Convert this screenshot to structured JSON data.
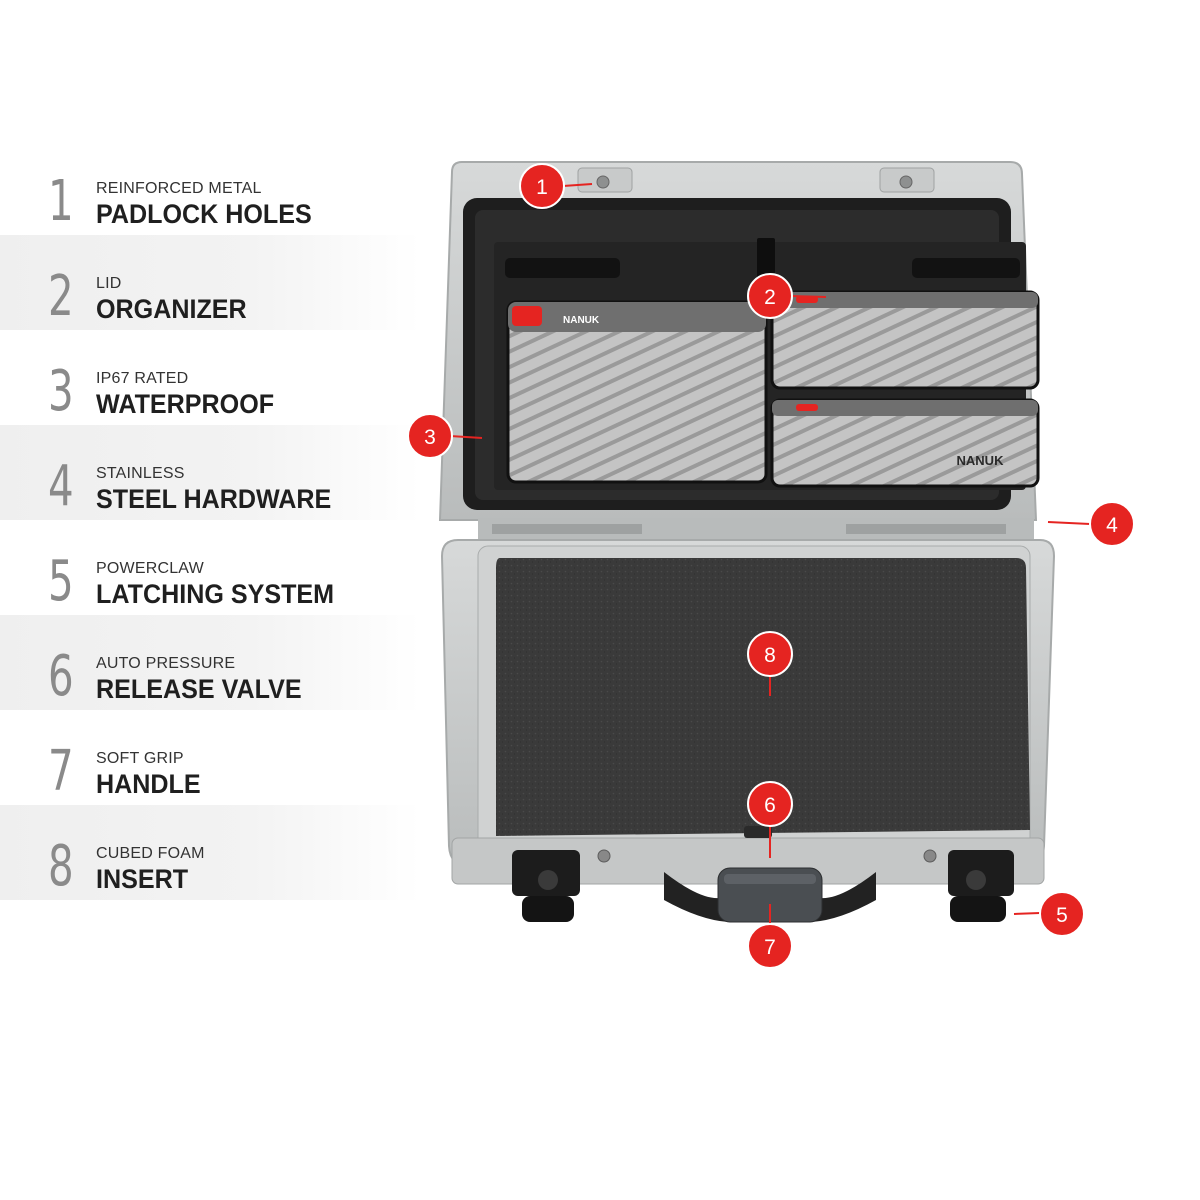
{
  "features": [
    {
      "number": "1",
      "line1": "REINFORCED METAL",
      "line2": "PADLOCK HOLES"
    },
    {
      "number": "2",
      "line1": "LID",
      "line2": "ORGANIZER"
    },
    {
      "number": "3",
      "line1": "IP67 RATED",
      "line2": "WATERPROOF"
    },
    {
      "number": "4",
      "line1": "STAINLESS",
      "line2": "STEEL HARDWARE"
    },
    {
      "number": "5",
      "line1": "POWERCLAW",
      "line2": "LATCHING SYSTEM"
    },
    {
      "number": "6",
      "line1": "AUTO PRESSURE",
      "line2": "RELEASE VALVE"
    },
    {
      "number": "7",
      "line1": "SOFT GRIP",
      "line2": "HANDLE"
    },
    {
      "number": "8",
      "line1": "CUBED FOAM",
      "line2": "INSERT"
    }
  ],
  "product": {
    "brand_logo": "NANUK",
    "pouch_tag": "NANUK",
    "callouts": [
      "1",
      "2",
      "3",
      "4",
      "5",
      "6",
      "7",
      "8"
    ],
    "colors": {
      "callout": "#e52421",
      "shell": "#c9cbcb",
      "foam": "#3b3b3b",
      "organizer": "#2a2a2a"
    }
  }
}
